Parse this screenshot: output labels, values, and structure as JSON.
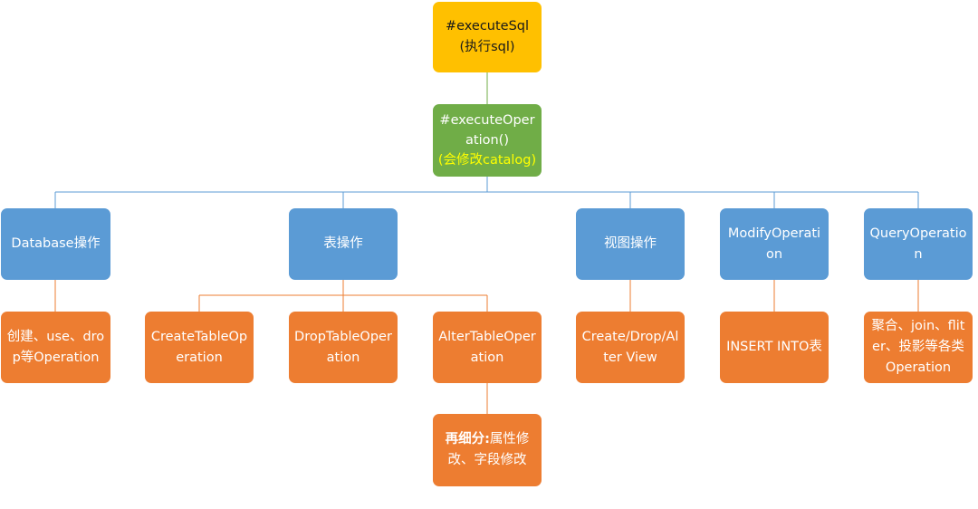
{
  "colors": {
    "root": "#ffc000",
    "operation": "#70ad47",
    "category": "#5b9bd5",
    "leaf": "#ed7d31",
    "note_text": "#ffff00",
    "connector_green": "#70ad47",
    "connector_blue": "#5b9bd5",
    "connector_orange": "#ed7d31"
  },
  "root": {
    "line1": "#executeSql",
    "line2": "(执行sql)"
  },
  "execute_operation": {
    "line1": "#executeOper",
    "line2": "ation()",
    "note": "(会修改catalog)"
  },
  "categories": {
    "database": "Database操作",
    "table": "表操作",
    "view": "视图操作",
    "modify": "ModifyOperation",
    "query": "QueryOperation"
  },
  "leaves": {
    "database_ops": "创建、use、drop等Operation",
    "create_table": "CreateTableOperation",
    "drop_table": "DropTableOperation",
    "alter_table": "AlterTableOperation",
    "view_ops": "Create/Drop/Alter View",
    "insert_into": "INSERT INTO表",
    "query_ops": "聚合、join、fliter、投影等各类Operation"
  },
  "alter_detail": {
    "prefix": "再细分:",
    "text": "属性修改、字段修改"
  }
}
